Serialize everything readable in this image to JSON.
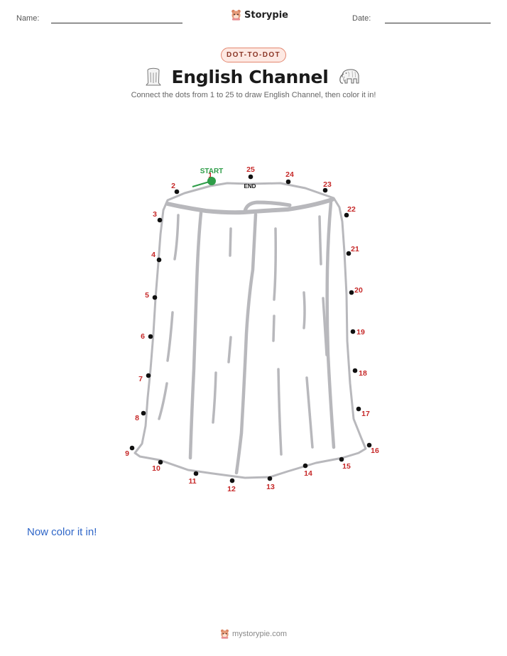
{
  "header": {
    "name_label": "Name:",
    "date_label": "Date:",
    "brand": "Storypie"
  },
  "badge": "DOT-TO-DOT",
  "title": "English Channel",
  "subtitle": "Connect the dots from 1 to 25 to draw English Channel, then color it in!",
  "puzzle": {
    "start_label": "START",
    "end_label": "END",
    "dots": [
      "1",
      "2",
      "3",
      "4",
      "5",
      "6",
      "7",
      "8",
      "9",
      "10",
      "11",
      "12",
      "13",
      "14",
      "15",
      "16",
      "17",
      "18",
      "19",
      "20",
      "21",
      "22",
      "23",
      "24",
      "25"
    ]
  },
  "instruction": "Now color it in!",
  "footer": "mystorypie.com",
  "icons": {
    "left": "tree-stump-icon",
    "right": "mammoth-icon",
    "brand": "storypie-mascot-icon"
  },
  "colors": {
    "numbers": "#c62828",
    "start": "#2e9d48",
    "outline": "#b8b8bc",
    "instruction": "#2f66c8"
  }
}
